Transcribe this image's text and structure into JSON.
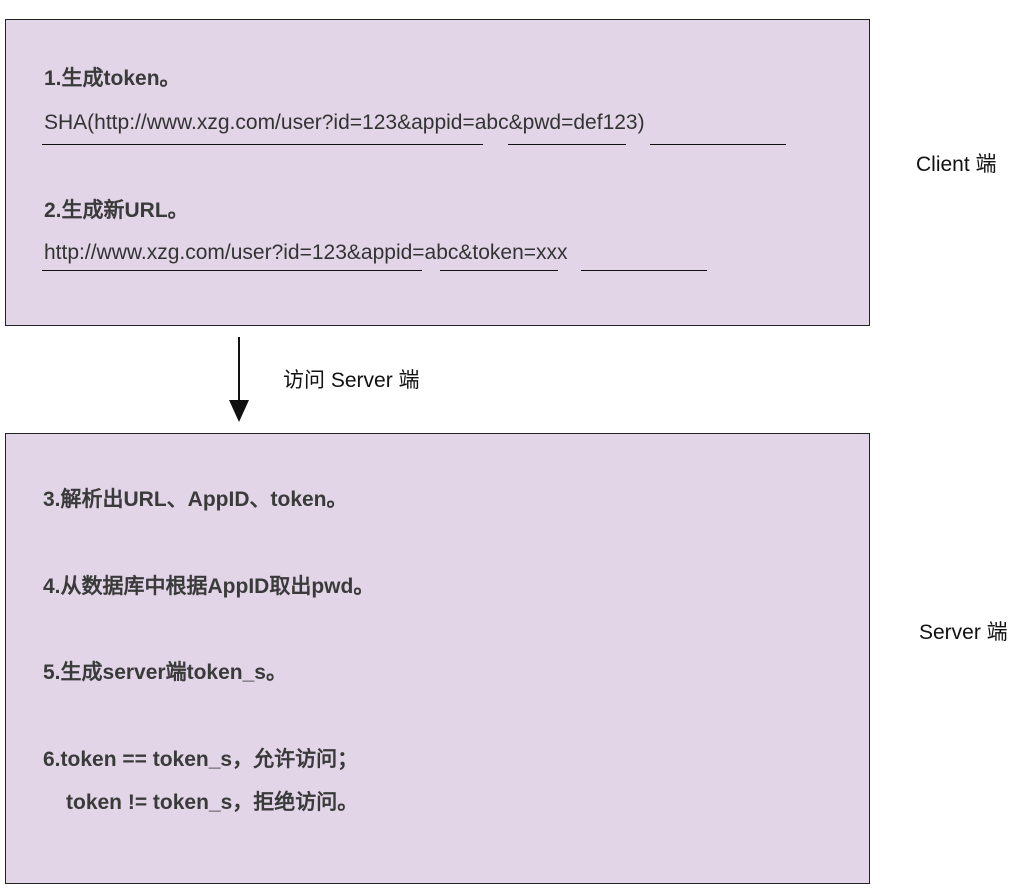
{
  "client": {
    "label": "Client 端",
    "step1": {
      "title": "1.生成token。",
      "formula": "SHA(http://www.xzg.com/user?id=123&appid=abc&pwd=def123)"
    },
    "step2": {
      "title": "2.生成新URL。",
      "url": "http://www.xzg.com/user?id=123&appid=abc&token=xxx"
    }
  },
  "arrow": {
    "label": "访问 Server 端"
  },
  "server": {
    "label": "Server 端",
    "step3": "3.解析出URL、AppID、token。",
    "step4": "4.从数据库中根据AppID取出pwd。",
    "step5": "5.生成server端token_s。",
    "step6_line1": "6.token == token_s，允许访问；",
    "step6_line2": "token != token_s，拒绝访问。"
  }
}
